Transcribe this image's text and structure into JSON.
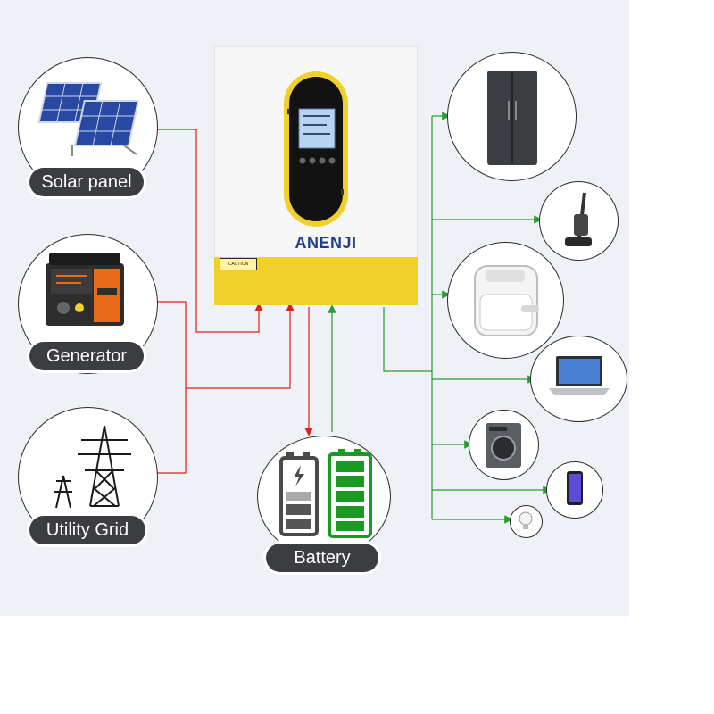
{
  "product": {
    "brand": "ANENJI",
    "warning_label": "CAUTION"
  },
  "sources": [
    {
      "id": "solar",
      "label": "Solar panel",
      "icon": "solar-panel-icon"
    },
    {
      "id": "generator",
      "label": "Generator",
      "icon": "generator-icon"
    },
    {
      "id": "grid",
      "label": "Utility Grid",
      "icon": "power-tower-icon"
    }
  ],
  "storage": {
    "label": "Battery",
    "icon": "battery-icon"
  },
  "loads": [
    {
      "id": "refrigerator",
      "icon": "refrigerator-icon"
    },
    {
      "id": "vacuum",
      "icon": "wet-vacuum-icon"
    },
    {
      "id": "air-fryer",
      "icon": "air-fryer-icon"
    },
    {
      "id": "laptop",
      "icon": "laptop-icon"
    },
    {
      "id": "washer",
      "icon": "washing-machine-icon"
    },
    {
      "id": "phone",
      "icon": "smartphone-icon"
    },
    {
      "id": "bulb",
      "icon": "light-bulb-icon"
    }
  ],
  "colors": {
    "input_line": "#e02020",
    "output_line": "#2a9d2a",
    "device_yellow": "#f2d02b",
    "label_bg": "#3b3d40",
    "battery_green": "#1a9a22",
    "battery_gray": "#4a4a4a"
  }
}
